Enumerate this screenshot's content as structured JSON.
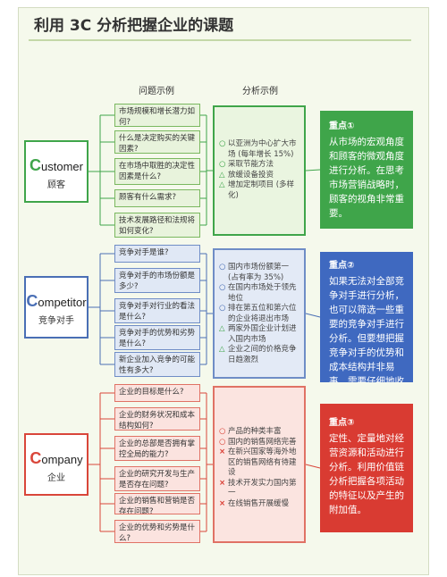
{
  "title": "利用 3C 分析把握企业的课题",
  "headers": {
    "questions": "问题示例",
    "analysis": "分析示例"
  },
  "sections": [
    {
      "key": "customer",
      "cap": "C",
      "rest": "ustomer",
      "zh": "顾客",
      "color": "#3fa54a",
      "q_class": "green-q",
      "a_bg": "#eaf5e0",
      "a_border": "#3fa54a",
      "k_bg": "#3fa54a",
      "questions": [
        "市场规模和增长潜力如何?",
        "什么是决定购买的关键因素?",
        "在市场中取胜的决定性因素是什么?",
        "顾客有什么需求?",
        "技术发展路径和法规将如何变化?"
      ],
      "analysis": [
        {
          "icon": "○",
          "text": "以亚洲为中心扩大市场 (每年增长 15%)"
        },
        {
          "icon": "○",
          "text": "采取节能方法"
        },
        {
          "icon": "△",
          "text": "放缓设备投资"
        },
        {
          "icon": "△",
          "text": "增加定制项目 (多样化)"
        }
      ],
      "key_title": "重点①",
      "key_text": "从市场的宏观角度和顾客的微观角度进行分析。在思考市场营销战略时，顾客的视角非常重要。"
    },
    {
      "key": "competitor",
      "cap": "C",
      "rest": "ompetitor",
      "zh": "竞争对手",
      "color": "#4a6fb5",
      "q_class": "blue-q",
      "a_bg": "#e3eaf6",
      "a_border": "#6f8dc6",
      "k_bg": "#3f69c0",
      "questions": [
        "竞争对手是谁?",
        "竞争对手的市场份额是多少?",
        "竞争对手对行业的看法是什么?",
        "竞争对手的优势和劣势是什么?",
        "新企业加入竞争的可能性有多大?"
      ],
      "analysis": [
        {
          "icon": "○",
          "text": "国内市场份额第一 (占有率为 35%)"
        },
        {
          "icon": "○",
          "text": "在国内市场处于领先地位"
        },
        {
          "icon": "○",
          "text": "排在第五位和第六位的企业将退出市场"
        },
        {
          "icon": "△",
          "text": "两家外国企业计划进入国内市场"
        },
        {
          "icon": "△",
          "text": "企业之间的价格竞争日趋激烈"
        }
      ],
      "key_title": "重点②",
      "key_text": "如果无法对全部竞争对手进行分析，也可以筛选一些重要的竞争对手进行分析。但要想把握竞争对手的优势和成本结构并非易事，需要仔细地收集信息。"
    },
    {
      "key": "company",
      "cap": "C",
      "rest": "ompany",
      "zh": "企业",
      "color": "#d9463a",
      "q_class": "red-q",
      "a_bg": "#fbe4e0",
      "a_border": "#e07265",
      "k_bg": "#d93b32",
      "questions": [
        "企业的目标是什么?",
        "企业的财务状况和成本结构如何?",
        "企业的总部是否拥有掌控全局的能力?",
        "企业的研究开发与生产是否存在问题?",
        "企业的销售和营销是否存在问题?",
        "企业的优势和劣势是什么?"
      ],
      "analysis": [
        {
          "icon": "○",
          "text": "产品的种类丰富"
        },
        {
          "icon": "○",
          "text": "国内的销售网络完善"
        },
        {
          "icon": "×",
          "text": "在新兴国家等海外地区的销售网络有待建设"
        },
        {
          "icon": "×",
          "text": "技术开发实力国内第一"
        },
        {
          "icon": "×",
          "text": "在线销售开展缓慢"
        }
      ],
      "key_title": "重点③",
      "key_text": "定性、定量地对经营资源和活动进行分析。利用价值链分析把握各项活动的特征以及产生的附加值。"
    }
  ]
}
